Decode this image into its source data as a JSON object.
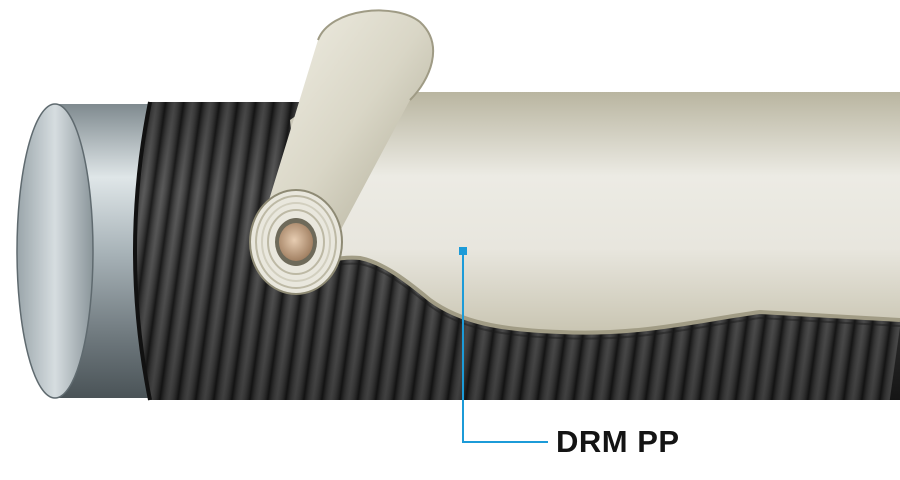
{
  "illustration": {
    "subject": "pipe-with-wrapped-tape",
    "components": [
      "steel-pipe-end",
      "corrugated-inner-wrap",
      "outer-tape-layer",
      "tape-roll"
    ],
    "colors": {
      "steel": "#b8c2c6",
      "corrugated_wrap": "#3a3a3a",
      "tape": "#e6e4da",
      "tape_shadow": "#b7b39f",
      "roll_core": "#c9a98a",
      "callout_line": "#1c9bd8",
      "label_text": "#141414"
    }
  },
  "callout": {
    "label": "DRM PP",
    "target": "outer-tape-layer"
  }
}
